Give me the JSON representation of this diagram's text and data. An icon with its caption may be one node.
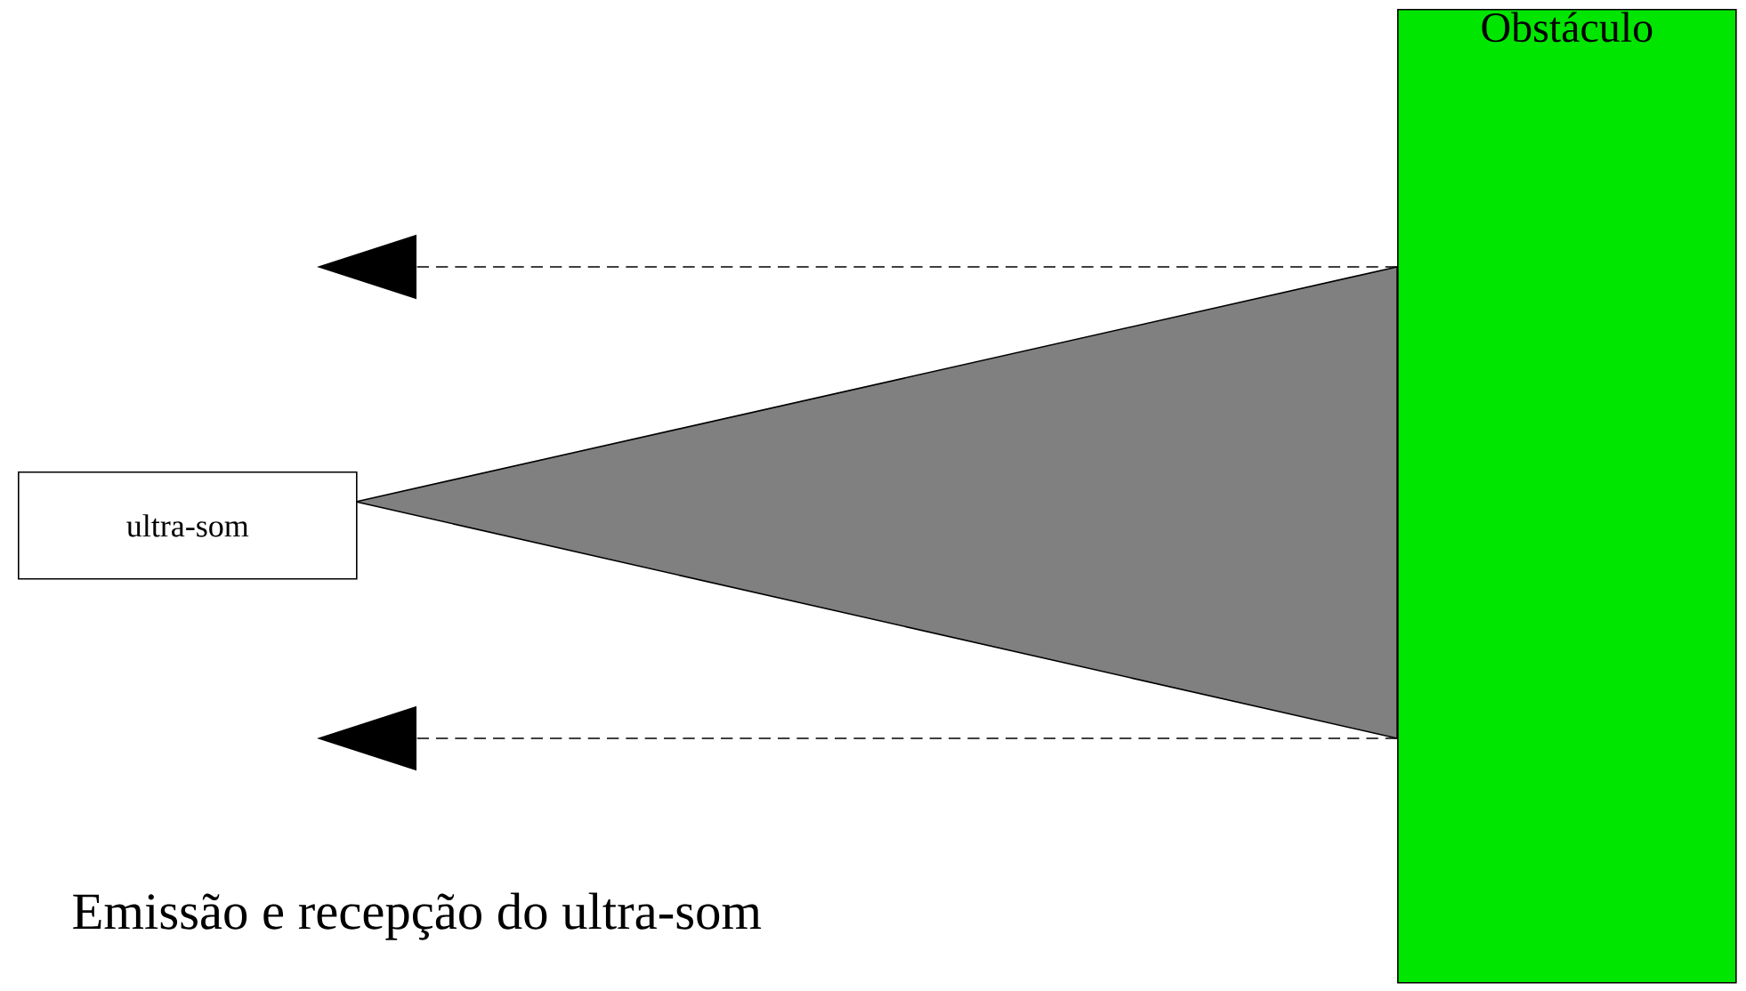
{
  "diagram": {
    "nodes": [
      {
        "text": [
          "ultra-som"
        ]
      },
      {
        "text": [
          "Obstáculo"
        ]
      }
    ],
    "edges": [
      {
        "from": 1,
        "to": null,
        "arrow": "to",
        "style": "dashed"
      },
      {
        "from": 1,
        "to": null,
        "arrow": "to",
        "style": "dashed"
      }
    ],
    "labels": [
      "Emissão e recepção do ultra-som"
    ]
  }
}
